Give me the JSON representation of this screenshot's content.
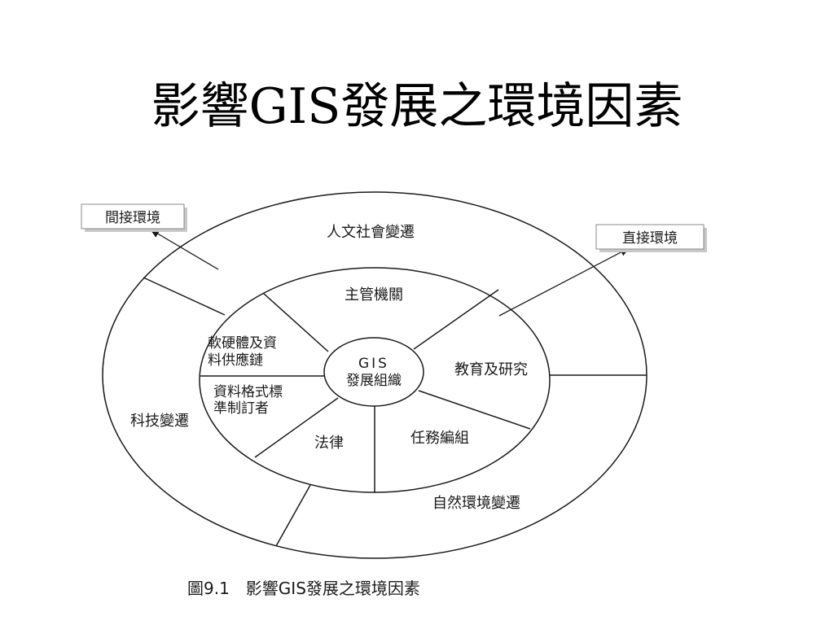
{
  "title": "影響GIS發展之環境因素",
  "center": {
    "line1": "GIS",
    "line2": "發展組織"
  },
  "inner_ring": {
    "top": "主管機關",
    "right": "教育及研究",
    "bottom_right": "任務編組",
    "bottom": "法律",
    "left_upper": {
      "line1": "軟硬體及資",
      "line2": "料供應鏈"
    },
    "left_lower": {
      "line1": "資料格式標",
      "line2": "準制訂者"
    }
  },
  "outer_ring": {
    "top": "人文社會變遷",
    "left": "科技變遷",
    "bottom_right": "自然環境變遷"
  },
  "callouts": {
    "indirect": "間接環境",
    "direct": "直接環境"
  },
  "caption": "圖9.1　影響GIS發展之環境因素",
  "colors": {
    "line": "#1a1a1a",
    "background": "#ffffff"
  }
}
